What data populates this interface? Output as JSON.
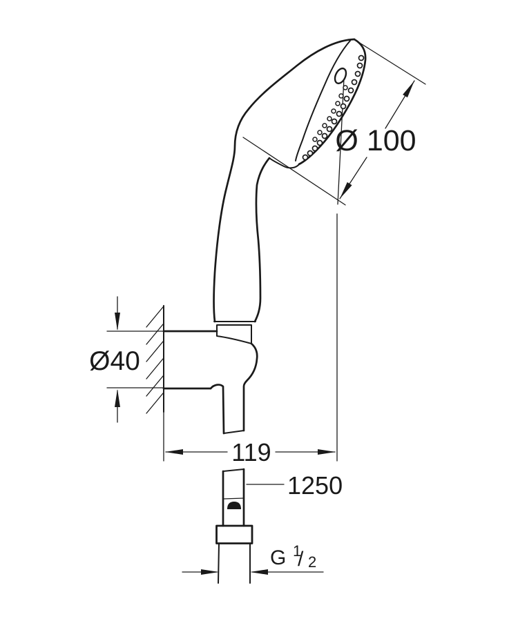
{
  "drawing": {
    "background": "#ffffff",
    "line_color": "#1a1a1a",
    "dimensions": {
      "head_diameter": "Ø 100",
      "holder_diameter": "Ø40",
      "wall_to_axis": "119",
      "hose_length": "1250",
      "thread": {
        "prefix": "G",
        "numerator": "1",
        "slash": "/",
        "denominator": "2"
      }
    }
  }
}
